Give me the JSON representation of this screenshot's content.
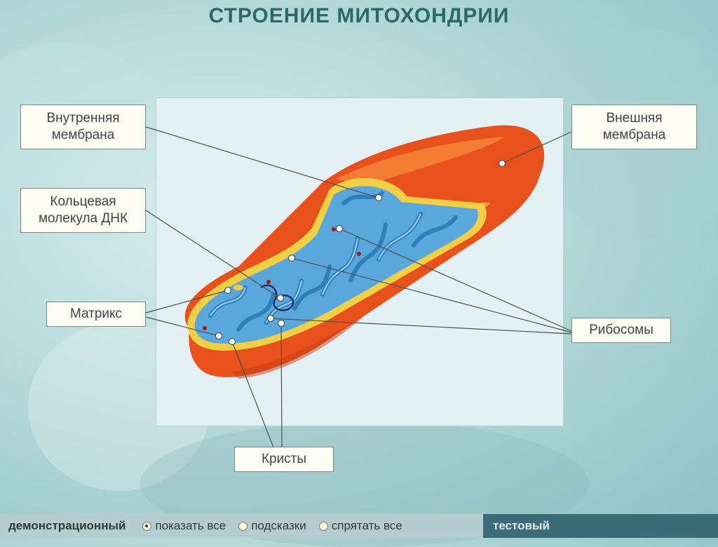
{
  "title": "СТРОЕНИЕ МИТОХОНДРИИ",
  "labels": {
    "inner_membrane_line1": "Внутренняя",
    "inner_membrane_line2": "мембрана",
    "outer_membrane_line1": "Внешняя",
    "outer_membrane_line2": "мембрана",
    "dna_line1": "Кольцевая",
    "dna_line2": "молекула ДНК",
    "matrix": "Матрикс",
    "ribosomes": "Рибосомы",
    "cristae": "Кристы"
  },
  "bottom_bar": {
    "mode_demo": "демонстрационный",
    "show_all": "показать все",
    "hints": "подсказки",
    "hide_all": "спрятать все",
    "mode_test": "тестовый",
    "selected_option": "показать все"
  },
  "colors": {
    "outer_membrane": "#e8501c",
    "inner_membrane": "#f2d046",
    "matrix": "#5aa7dc",
    "title": "#2b6a6a",
    "test_tab": "#3c6c78"
  }
}
